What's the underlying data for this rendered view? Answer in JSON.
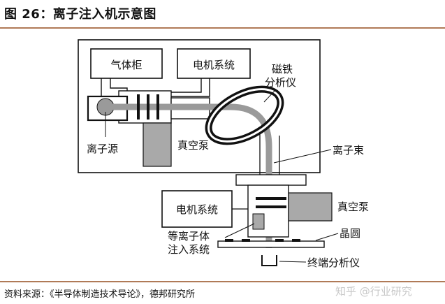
{
  "figure": {
    "title": "图 26：离子注入机示意图",
    "source": "资料来源：《半导体制造技术导论》，德邦研究所",
    "watermark": "知乎 @行业研究"
  },
  "labels": {
    "gas_cabinet": "气体柜",
    "motor_system_top": "电机系统",
    "magnet_analyzer_line1": "磁铁",
    "magnet_analyzer_line2": "分析仪",
    "ion_source": "离子源",
    "vacuum_pump_left": "真空泵",
    "ion_beam": "离子束",
    "motor_system_bottom": "电机系统",
    "vacuum_pump_right": "真空泵",
    "plasma_system_line1": "等离子体",
    "plasma_system_line2": "注入系统",
    "wafer": "晶圆",
    "end_analyzer": "终端分析仪"
  },
  "colors": {
    "rule": "#b07a57",
    "beam": "#9a9a9a",
    "box_fill": "#ffffff",
    "dark": "#111111",
    "pump_fill": "#a9a9a9"
  }
}
